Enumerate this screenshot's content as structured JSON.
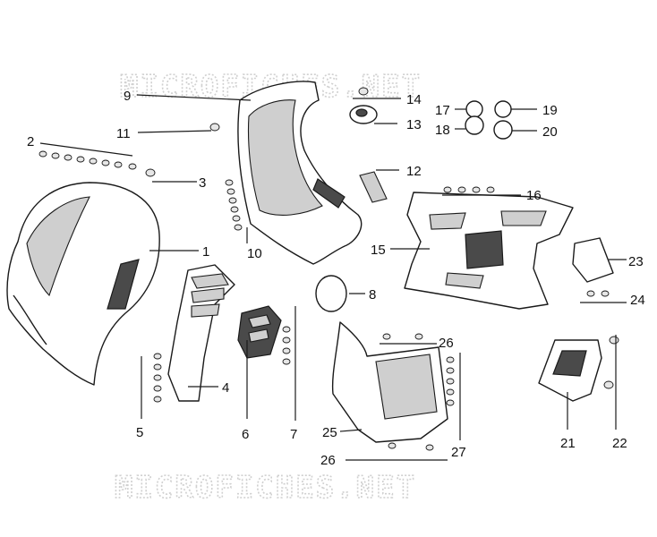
{
  "watermark": "MICROFICHES.NET",
  "callouts": [
    "1",
    "2",
    "3",
    "4",
    "5",
    "6",
    "7",
    "8",
    "9",
    "10",
    "11",
    "12",
    "13",
    "14",
    "15",
    "16",
    "17",
    "18",
    "19",
    "20",
    "21",
    "22",
    "23",
    "24",
    "25",
    "26",
    "26",
    "27"
  ]
}
